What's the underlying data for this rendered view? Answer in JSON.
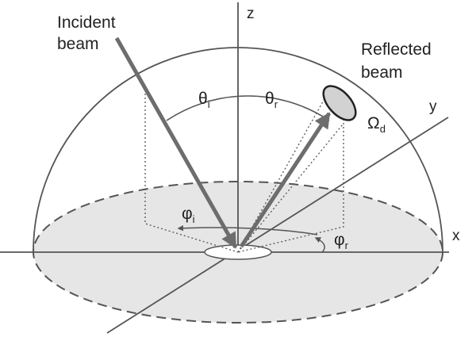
{
  "labels": {
    "incident_line1": "Incident",
    "incident_line2": "beam",
    "reflected_line1": "Reflected",
    "reflected_line2": "beam",
    "z_axis": "z",
    "y_axis": "y",
    "x_axis": "x",
    "theta_i": {
      "symbol": "θ",
      "sub": "i"
    },
    "theta_r": {
      "symbol": "θ",
      "sub": "r"
    },
    "phi_i": {
      "symbol": "φ",
      "sub": "i"
    },
    "phi_r": {
      "symbol": "φ",
      "sub": "r"
    },
    "omega_d": {
      "symbol": "Ω",
      "sub": "d"
    }
  },
  "colors": {
    "line": "#555555",
    "beam": "#6d6d6d",
    "disk_fill": "#e6e6e6",
    "detector_fill": "#d2d2d2"
  }
}
